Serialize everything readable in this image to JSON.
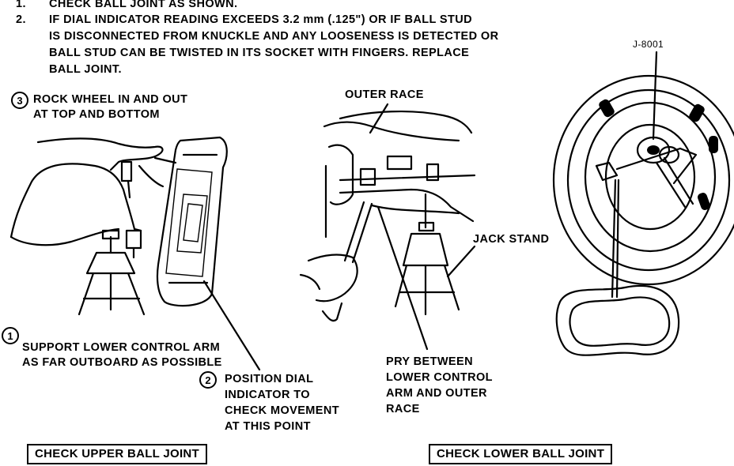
{
  "notes": {
    "n1_num": "1.",
    "n1_text": "CHECK BALL JOINT AS SHOWN.",
    "n2_num": "2.",
    "n2_lines": [
      "IF DIAL INDICATOR READING EXCEEDS 3.2 mm (.125\") OR IF BALL STUD",
      "IS DISCONNECTED FROM KNUCKLE AND ANY LOOSENESS IS DETECTED OR",
      "BALL STUD CAN BE TWISTED IN ITS SOCKET WITH FINGERS. REPLACE",
      "BALL JOINT."
    ]
  },
  "upper": {
    "step3_num": "3",
    "step3_lines": [
      "ROCK WHEEL IN AND OUT",
      "AT TOP AND BOTTOM"
    ],
    "step1_num": "1",
    "step1_lines": [
      "SUPPORT LOWER CONTROL ARM",
      "AS FAR OUTBOARD AS POSSIBLE"
    ],
    "step2_num": "2",
    "step2_lines": [
      "POSITION DIAL",
      "INDICATOR TO",
      "CHECK MOVEMENT",
      "AT THIS POINT"
    ],
    "caption": "CHECK UPPER BALL JOINT"
  },
  "lower": {
    "outer_race": "OUTER RACE",
    "jack_stand": "JACK STAND",
    "pry_lines": [
      "PRY BETWEEN",
      "LOWER CONTROL",
      "ARM AND OUTER",
      "RACE"
    ],
    "tool": "J-8001",
    "caption": "CHECK LOWER BALL JOINT"
  }
}
